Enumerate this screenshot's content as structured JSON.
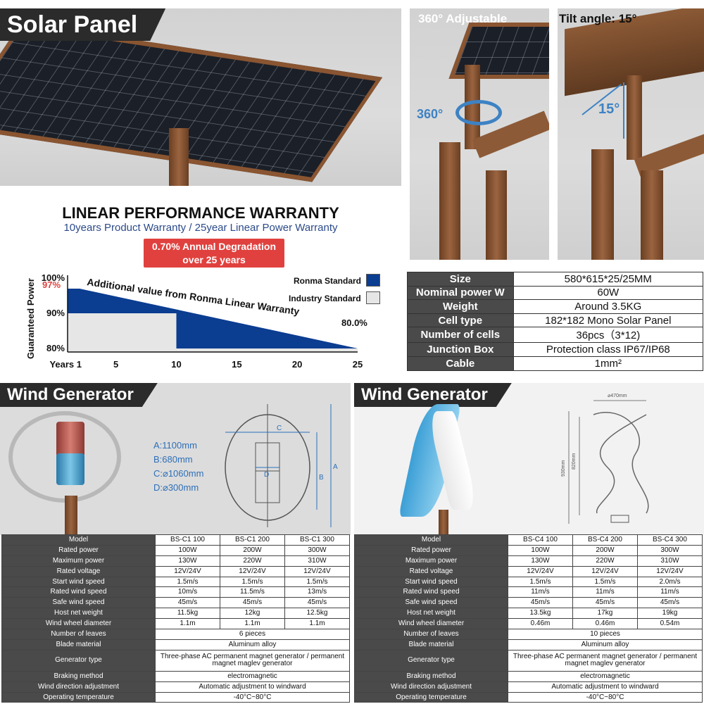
{
  "solar": {
    "banner": "Solar Panel",
    "adjust_label": "360° Adjustable",
    "rotate_label": "360°",
    "tilt_label": "Tilt angle: 15°",
    "tilt_angle": "15°"
  },
  "warranty": {
    "title": "LINEAR PERFORMANCE WARRANTY",
    "subtitle": "10years Product Warranty / 25year Linear Power Warranty",
    "degradation_line1": "0.70% Annual Degradation",
    "degradation_line2": "over 25 years",
    "annotation": "Additional value from Ronma Linear Warranty",
    "end_label": "80.0%",
    "highlight_label": "97%",
    "legend": [
      "Ronma Standard",
      "Industry Standard"
    ]
  },
  "chart_data": {
    "type": "area",
    "ylabel": "Guaranteed Power",
    "xlabel": "",
    "x_ticks": [
      "Years 1",
      "5",
      "10",
      "15",
      "20",
      "25"
    ],
    "y_ticks": [
      "100%",
      "90%",
      "80%"
    ],
    "ylim": [
      79,
      100
    ],
    "xlim": [
      1,
      25
    ],
    "series": [
      {
        "name": "Ronma Standard",
        "x": [
          1,
          2,
          25
        ],
        "y": [
          97,
          97,
          80.0
        ]
      },
      {
        "name": "Industry Standard",
        "x": [
          1,
          10,
          10,
          25
        ],
        "y": [
          90,
          90,
          80,
          80
        ]
      }
    ],
    "colors": {
      "ronma": "#0b3d91",
      "industry": "#e6e6e6"
    }
  },
  "solar_spec": [
    {
      "k": "Size",
      "v": "580*615*25/25MM"
    },
    {
      "k": "Nominal power W",
      "v": "60W"
    },
    {
      "k": "Weight",
      "v": "Around 3.5KG"
    },
    {
      "k": "Cell type",
      "v": "182*182 Mono Solar Panel"
    },
    {
      "k": "Number of cells",
      "v": "36pcs（3*12)"
    },
    {
      "k": "Junction Box",
      "v": "Protection class IP67/IP68"
    },
    {
      "k": "Cable",
      "v": "1mm²"
    }
  ],
  "wind_left": {
    "banner": "Wind Generator",
    "dims": [
      "A:1100mm",
      "B:680mm",
      "C:⌀1060mm",
      "D:⌀300mm"
    ],
    "dim_letters": [
      "A",
      "B",
      "C",
      "D"
    ],
    "header": [
      "Model",
      "BS-C1 100",
      "BS-C1 200",
      "BS-C1 300"
    ],
    "rows": [
      [
        "Rated power",
        "100W",
        "200W",
        "300W"
      ],
      [
        "Maximum power",
        "130W",
        "220W",
        "310W"
      ],
      [
        "Rated voltage",
        "12V/24V",
        "12V/24V",
        "12V/24V"
      ],
      [
        "Start wind speed",
        "1.5m/s",
        "1.5m/s",
        "1.5m/s"
      ],
      [
        "Rated wind speed",
        "10m/s",
        "11.5m/s",
        "13m/s"
      ],
      [
        "Safe wind speed",
        "45m/s",
        "45m/s",
        "45m/s"
      ],
      [
        "Host net weight",
        "11.5kg",
        "12kg",
        "12.5kg"
      ],
      [
        "Wind wheel diameter",
        "1.1m",
        "1.1m",
        "1.1m"
      ]
    ],
    "merged": [
      [
        "Number of leaves",
        "6 pieces"
      ],
      [
        "Blade material",
        "Aluminum alloy"
      ],
      [
        "Generator type",
        "Three-phase AC permanent magnet generator / permanent magnet maglev generator"
      ],
      [
        "Braking method",
        "electromagnetic"
      ],
      [
        "Wind direction adjustment",
        "Automatic adjustment to windward"
      ],
      [
        "Operating temperature",
        "-40°C~80°C"
      ]
    ]
  },
  "wind_right": {
    "banner": "Wind Generator",
    "dims": [
      "⌀470mm",
      "930mm",
      "820mm"
    ],
    "header": [
      "Model",
      "BS-C4 100",
      "BS-C4 200",
      "BS-C4 300"
    ],
    "rows": [
      [
        "Rated power",
        "100W",
        "200W",
        "300W"
      ],
      [
        "Maximum power",
        "130W",
        "220W",
        "310W"
      ],
      [
        "Rated voltage",
        "12V/24V",
        "12V/24V",
        "12V/24V"
      ],
      [
        "Start wind speed",
        "1.5m/s",
        "1.5m/s",
        "2.0m/s"
      ],
      [
        "Rated wind speed",
        "11m/s",
        "11m/s",
        "11m/s"
      ],
      [
        "Safe wind speed",
        "45m/s",
        "45m/s",
        "45m/s"
      ],
      [
        "Host net weight",
        "13.5kg",
        "17kg",
        "19kg"
      ],
      [
        "Wind wheel diameter",
        "0.46m",
        "0.46m",
        "0.54m"
      ]
    ],
    "merged": [
      [
        "Number of leaves",
        "10 pieces"
      ],
      [
        "Blade material",
        "Aluminum alloy"
      ],
      [
        "Generator type",
        "Three-phase AC permanent magnet generator / permanent magnet maglev generator"
      ],
      [
        "Braking method",
        "electromagnetic"
      ],
      [
        "Wind direction adjustment",
        "Automatic adjustment to windward"
      ],
      [
        "Operating temperature",
        "-40°C~80°C"
      ]
    ]
  }
}
